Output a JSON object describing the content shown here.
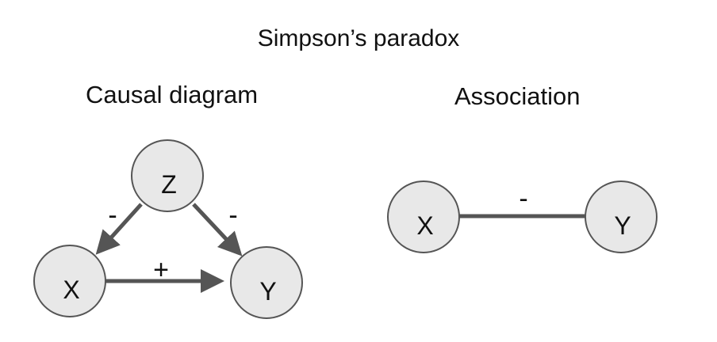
{
  "title": "Simpson’s paradox",
  "causal": {
    "heading": "Causal diagram",
    "nodes": {
      "z": "Z",
      "x": "X",
      "y": "Y"
    },
    "edges": {
      "z_to_x": "-",
      "z_to_y": "-",
      "x_to_y": "+"
    }
  },
  "association": {
    "heading": "Association",
    "nodes": {
      "x": "X",
      "y": "Y"
    },
    "edge": "-"
  },
  "colors": {
    "node_fill": "#e8e8e8",
    "stroke": "#555555",
    "text": "#111111"
  }
}
